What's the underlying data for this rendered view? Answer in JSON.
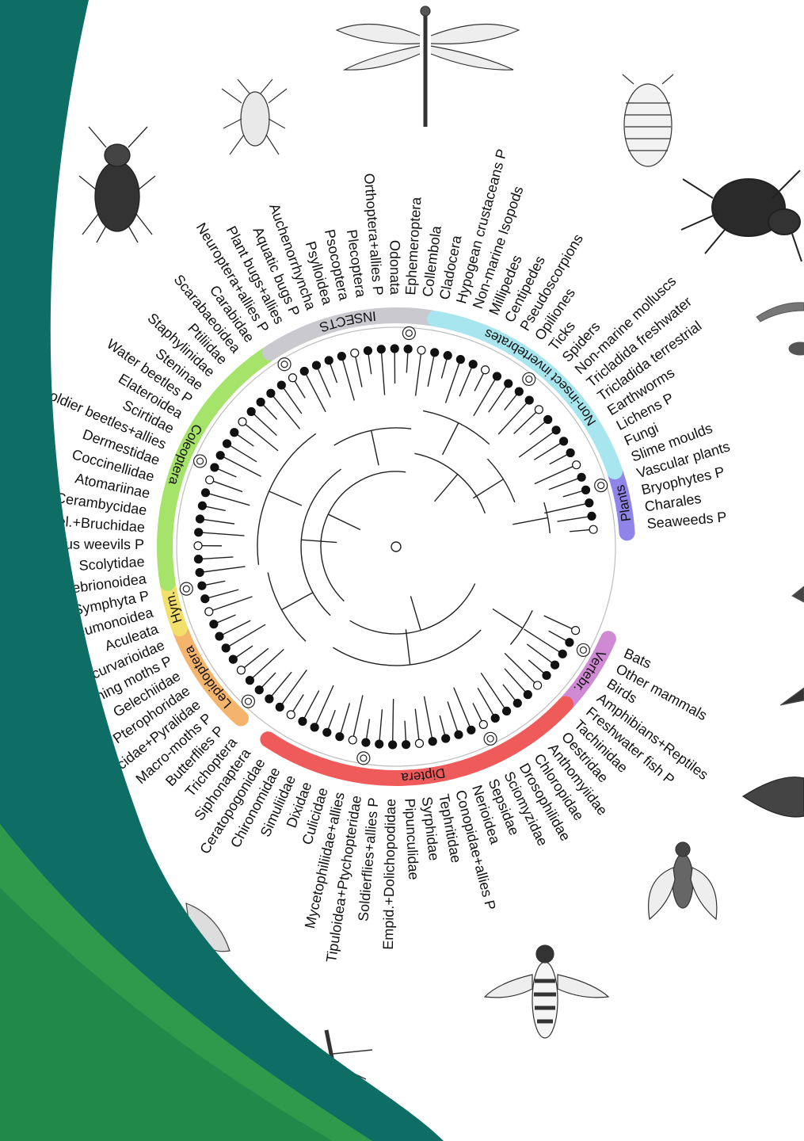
{
  "diagram": {
    "groups": [
      {
        "key": "insects",
        "label": "INSECTS",
        "color": "#c9c9cf"
      },
      {
        "key": "noninsect",
        "label": "Non-insect invertebrates",
        "color": "#a8e6ef"
      },
      {
        "key": "plants",
        "label": "Plants",
        "color": "#8f84e8"
      },
      {
        "key": "vertebrates",
        "label": "Vertebr.",
        "color": "#d08ad3"
      },
      {
        "key": "diptera",
        "label": "Diptera",
        "color": "#ef5b5b"
      },
      {
        "key": "lepidoptera",
        "label": "Lepidoptera",
        "color": "#f4b46c"
      },
      {
        "key": "hymenoptera",
        "label": "Hym.",
        "color": "#f2e06a"
      },
      {
        "key": "coleoptera",
        "label": "Coleoptera",
        "color": "#a6e36b"
      }
    ],
    "taxa": [
      "Seaweeds P",
      "Charales",
      "Bryophytes P",
      "Vascular plants",
      "Slime moulds",
      "Fungi",
      "Lichens P",
      "Earthworms",
      "Tricladida terrestrial",
      "Tricladida freshwater",
      "Non-marine molluscs",
      "Spiders",
      "Ticks",
      "Opiliones",
      "Pseudoscorpions",
      "Centipedes",
      "Millipedes",
      "Non-marine Isopods",
      "Hypogean crustaceans P",
      "Cladocera",
      "Collembola",
      "Ephemeroptera",
      "Odonata",
      "Orthoptera+allies P",
      "Plecoptera",
      "Psocoptera",
      "Psylloidea",
      "Auchenorrhyncha",
      "Aquatic bugs P",
      "Plant bugs+allies",
      "Neuroptera+allies P",
      "Carabidae",
      "Scarabaeoidea",
      "Ptiliidae",
      "Staphylinidae",
      "Steninae",
      "Water beetles P",
      "Elateroidea",
      "Scirtidae",
      "Soldier beetles+allies",
      "Dermestidae",
      "Coccinellidae",
      "Atomariinae",
      "Cerambycidae",
      "Chrysomel.+Bruchidae",
      "Various weevils P",
      "Scolytidae",
      "Tenebrionoidea",
      "Symphyta P",
      "Ichneumonoidea",
      "Aculeata",
      "Incurvarioidae",
      "Mining moths P",
      "Gelechiidae",
      "Pterophoridae",
      "Tortricidae+Pyralidae",
      "Macro-moths P",
      "Butterflies P",
      "Trichoptera",
      "Siphonaptera",
      "Ceratopogonidae",
      "Chironomidae",
      "Simuliidae",
      "Dixidae",
      "Culicidae",
      "Mycetophiliidae+allies",
      "Tipuloidea+Ptychopteridae",
      "Soldierflies+allies P",
      "Empid.+Dolichopodidae",
      "Pipunculidae",
      "Syrphidae",
      "Tephritidae",
      "Conopidae+allies P",
      "Nerioidea",
      "Sepsidae",
      "Sciomyzidae",
      "Drosophilidae",
      "Chloropidae",
      "Anthomyiidae",
      "Oestridae",
      "Tachinidae",
      "Freshwater fish P",
      "Amphibians+Reptiles",
      "Birds",
      "Other mammals",
      "Bats"
    ],
    "illustrations": [
      {
        "name": "dragonfly-illustration"
      },
      {
        "name": "shield-bug-illustration"
      },
      {
        "name": "ground-beetle-illustration"
      },
      {
        "name": "woodlouse-illustration"
      },
      {
        "name": "spider-illustration"
      },
      {
        "name": "hoverfly-illustration"
      },
      {
        "name": "housefly-illustration"
      },
      {
        "name": "fish-illustration"
      },
      {
        "name": "crane-fly-illustration"
      }
    ]
  }
}
